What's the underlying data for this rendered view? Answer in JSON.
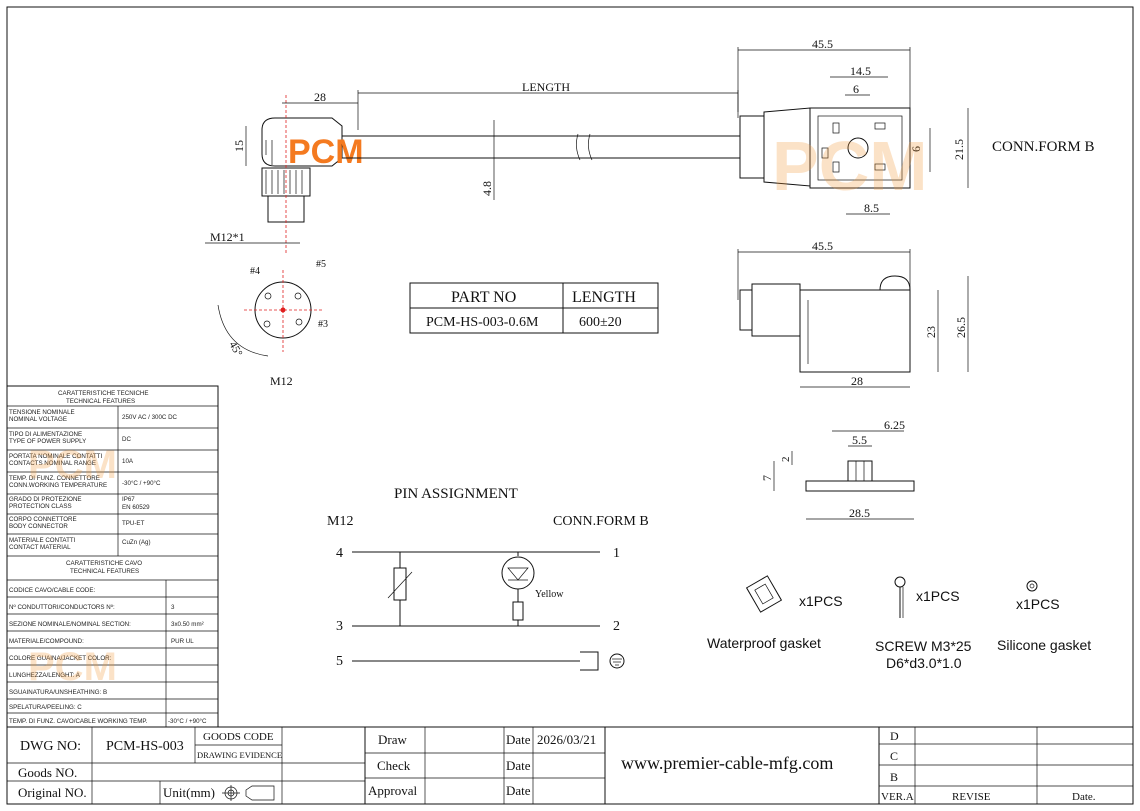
{
  "brand": {
    "logo_text": "PCM",
    "accent": "#f47a20"
  },
  "dimensions": {
    "length_label": "LENGTH",
    "cable_dia": "4.8",
    "m12_len": "28",
    "m12_height": "15",
    "m12_thread": "M12*1",
    "pin4": "#4",
    "pin5": "#5",
    "pin3": "#3",
    "angle": "45°",
    "m12_caption": "M12",
    "top_width": "45.5",
    "top_inner": "14.5",
    "top_six": "6",
    "top_right_six": "6",
    "top_height": "21.5",
    "top_bottom": "8.5",
    "conn_form": "CONN.FORM B",
    "side_width": "45.5",
    "side_inner_h": "23",
    "side_outer_h": "26.5",
    "side_bottom": "28",
    "gasket_top": "6.25",
    "gasket_inner": "5.5",
    "gasket_h7": "7",
    "gasket_h2": "2",
    "gasket_w": "28.5"
  },
  "part_table": {
    "headers": [
      "PART NO",
      "LENGTH"
    ],
    "row": [
      "PCM-HS-003-0.6M",
      "600±20"
    ]
  },
  "pin_assignment": {
    "title": "PIN   ASSIGNMENT",
    "left_label": "M12",
    "right_label": "CONN.FORM B",
    "pins_left": [
      "4",
      "3",
      "5"
    ],
    "pins_right": [
      "1",
      "2"
    ],
    "led_label": "Yellow"
  },
  "accessories": [
    {
      "qty": "x1PCS",
      "label": "Waterproof gasket"
    },
    {
      "qty": "x1PCS",
      "label": "SCREW M3*25",
      "label2": "D6*d3.0*1.0"
    },
    {
      "qty": "x1PCS",
      "label": "Silicone gasket"
    }
  ],
  "tech_features": {
    "title1": "CARATTERISTICHE TECNICHE",
    "title2": "TECHNICAL FEATURES",
    "rows": [
      {
        "k1": "TENSIONE NOMINALE",
        "k2": "NOMINAL VOLTAGE",
        "v1": "250V AC / 300C DC",
        "v2": ""
      },
      {
        "k1": "TIPO DI ALIMENTAZIONE",
        "k2": "TYPE OF POWER SUPPLY",
        "v1": "DC",
        "v2": ""
      },
      {
        "k1": "PORTATA NOMINALE CONTATTI",
        "k2": "CONTACTS NOMINAL RANGE",
        "v1": "10A",
        "v2": ""
      },
      {
        "k1": "TEMP. DI FUNZ. CONNETTORE",
        "k2": "CONN.WORKING TEMPERATURE",
        "v1": "-30°C / +90°C",
        "v2": ""
      },
      {
        "k1": "GRADO DI PROTEZIONE",
        "k2": "PROTECTION CLASS",
        "v1": "IP67",
        "v2": "EN 60529"
      },
      {
        "k1": "CORPO CONNETTORE",
        "k2": "BODY CONNECTOR",
        "v1": "TPU-ET",
        "v2": ""
      },
      {
        "k1": "MATERIALE CONTATTI",
        "k2": "CONTACT MATERIAL",
        "v1": "CuZn (Ag)",
        "v2": ""
      }
    ]
  },
  "cable_features": {
    "title1": "CARATTERISTICHE CAVO",
    "title2": "TECHNICAL FEATURES",
    "rows": [
      {
        "k": "CODICE CAVO/CABLE CODE:",
        "v": ""
      },
      {
        "k": "Nº CONDUTTORI/CONDUCTORS Nº:",
        "v": "3"
      },
      {
        "k": "SEZIONE NOMINALE/NOMINAL SECTION:",
        "v": "3x0.50 mm²"
      },
      {
        "k": "MATERIALE/COMPOUND:",
        "v": "PUR UL"
      },
      {
        "k": "COLORE GUAINA/JACKET COLOR:",
        "v": ""
      },
      {
        "k": "LUNGHEZZA/LENGHT: A",
        "v": ""
      },
      {
        "k": "SGUAINATURA/UNSHEATHING: B",
        "v": ""
      },
      {
        "k": "SPELATURA/PEELING: C",
        "v": ""
      },
      {
        "k": "TEMP. DI FUNZ. CAVO/CABLE WORKING TEMP.",
        "v": "-30°C / +90°C"
      }
    ]
  },
  "title_block": {
    "dwg_no_label": "DWG NO:",
    "dwg_no": "PCM-HS-003",
    "goods_code": "GOODS CODE",
    "drawing_evidence": "DRAWING EVIDENCE",
    "goods_no": "Goods NO.",
    "original_no": "Original NO.",
    "unit": "Unit(mm)",
    "draw": "Draw",
    "check": "Check",
    "approval": "Approval",
    "date": "Date",
    "date_value": "2026/03/21",
    "website": "www.premier-cable-mfg.com",
    "rev_rows": [
      "D",
      "C",
      "B"
    ],
    "rev_ver": "VER.A",
    "revise": "REVISE",
    "rev_date": "Date."
  }
}
